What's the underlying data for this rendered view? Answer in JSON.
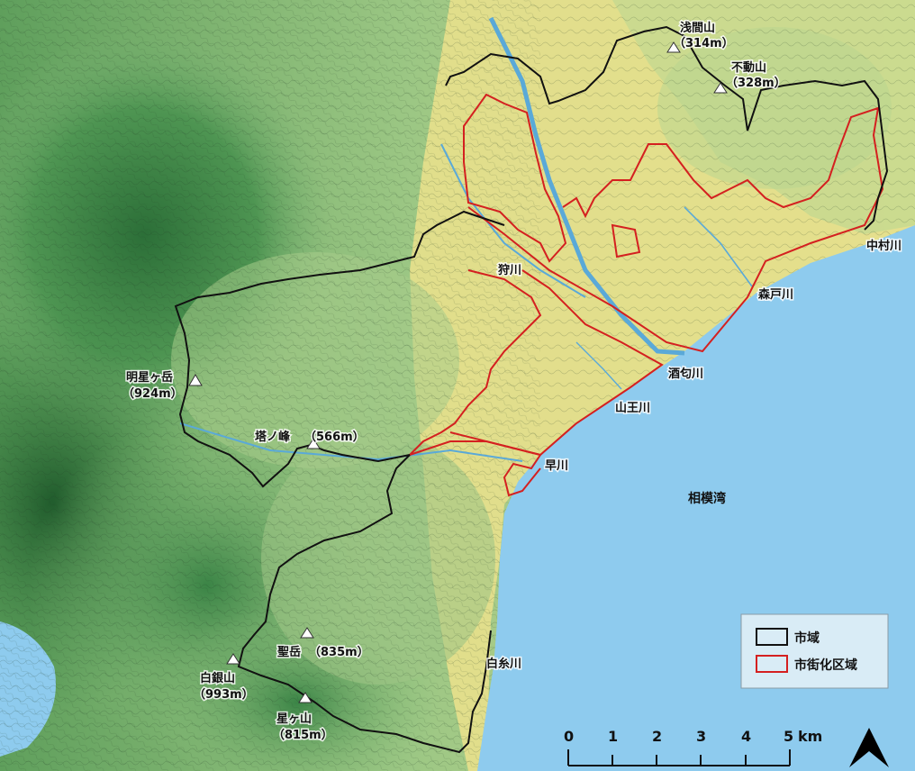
{
  "map": {
    "sea_name": "相模湾",
    "colors": {
      "sea": "#8ecbee",
      "lowland": "#e6e08c",
      "mountain_dark": "#2f7a3e",
      "mountain_light": "#a9cf8e",
      "city_boundary": "#111111",
      "urbanization_area": "#d42020",
      "river": "#5aa9d8"
    },
    "peaks": [
      {
        "name": "浅間山",
        "elev": "（314m）"
      },
      {
        "name": "不動山",
        "elev": "（328m）"
      },
      {
        "name": "明星ヶ岳",
        "elev": "（924m）"
      },
      {
        "name": "塔ノ峰",
        "elev": "（566m）"
      },
      {
        "name": "聖岳",
        "elev": "（835m）"
      },
      {
        "name": "白銀山",
        "elev": "（993m）"
      },
      {
        "name": "星ヶ山",
        "elev": "（815m）"
      }
    ],
    "rivers": [
      "中村川",
      "森戸川",
      "狩川",
      "酒匂川",
      "山王川",
      "早川",
      "白糸川"
    ]
  },
  "legend": {
    "items": [
      {
        "label": "市域",
        "color": "#111111"
      },
      {
        "label": "市街化区域",
        "color": "#d42020"
      }
    ]
  },
  "scale_bar": {
    "ticks": [
      "0",
      "1",
      "2",
      "3",
      "4",
      "5"
    ],
    "unit": "km"
  },
  "north_arrow": {
    "icon": "north-arrow-icon"
  }
}
